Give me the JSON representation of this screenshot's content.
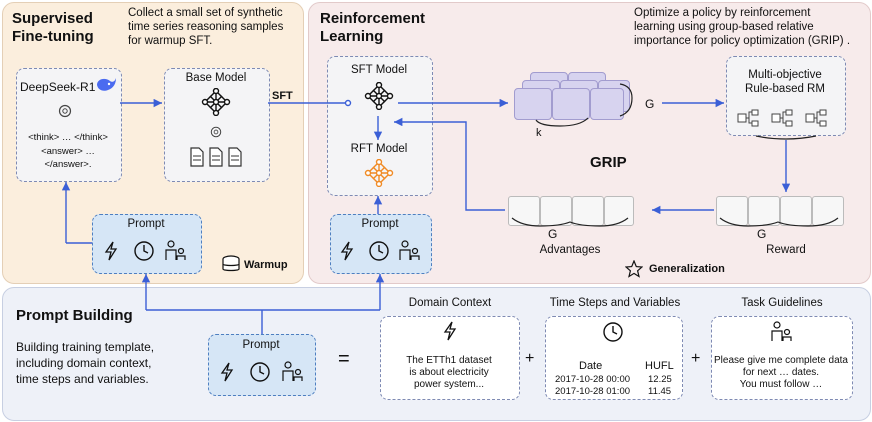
{
  "sft": {
    "title_line1": "Supervised",
    "title_line2": "Fine-tuning",
    "desc_line1": "Collect a small set of synthetic",
    "desc_line2": "time series reasoning samples",
    "desc_line3": "for warmup SFT.",
    "teacher": "DeepSeek-R1",
    "think": "<think> … </think>",
    "answer1": "<answer> …",
    "answer2": "</answer>.",
    "base_model": "Base Model",
    "sft_arrow": "SFT",
    "prompt": "Prompt",
    "warmup": "Warmup"
  },
  "rl": {
    "title_line1": "Reinforcement",
    "title_line2": "Learning",
    "desc_line1": "Optimize a policy by reinforcement",
    "desc_line2": "learning using group-based relative",
    "desc_line3": "importance for policy optimization (GRIP) .",
    "sft_model": "SFT Model",
    "rft_model": "RFT Model",
    "prompt": "Prompt",
    "g_label": "G",
    "k_label": "k",
    "grip": "GRIP",
    "rm_line1": "Multi-objective",
    "rm_line2": "Rule-based RM",
    "advantages": "Advantages",
    "reward": "Reward",
    "g_adv": "G",
    "g_rew": "G",
    "generalization": "Generalization"
  },
  "pb": {
    "title": "Prompt Building",
    "desc_line1": "Building training template,",
    "desc_line2": "including domain context,",
    "desc_line3": "time steps and variables.",
    "prompt": "Prompt",
    "equals": "=",
    "plus1": "+",
    "plus2": "+",
    "domain_title": "Domain Context",
    "domain_line1": "The ETTh1 dataset",
    "domain_line2": "is about electricity",
    "domain_line3": "power system...",
    "ts_title": "Time Steps and Variables",
    "ts_col1": "Date",
    "ts_col2": "HUFL",
    "ts_row1_date": "2017-10-28 00:00",
    "ts_row1_val": "12.25",
    "ts_row2_date": "2017-10-28 01:00",
    "ts_row2_val": "11.45",
    "task_title": "Task Guidelines",
    "task_line1": "Please give me complete data",
    "task_line2": "for next … dates.",
    "task_line3": "You must follow …"
  },
  "colors": {
    "sft_bg": "#fbeedd",
    "rl_bg": "#f7ebeb",
    "pb_bg": "#eef1f8",
    "prompt_bg": "#d6e6f6",
    "arrow": "#3b5fd6",
    "rft_accent": "#f08a24",
    "policy_stack": "#d7d3ef"
  },
  "icons": [
    "whale-icon",
    "neural-network-icon",
    "chatgpt-icon",
    "document-icon",
    "lightning-icon",
    "clock-icon",
    "people-icon",
    "database-icon",
    "star-icon",
    "flowchart-icon"
  ]
}
